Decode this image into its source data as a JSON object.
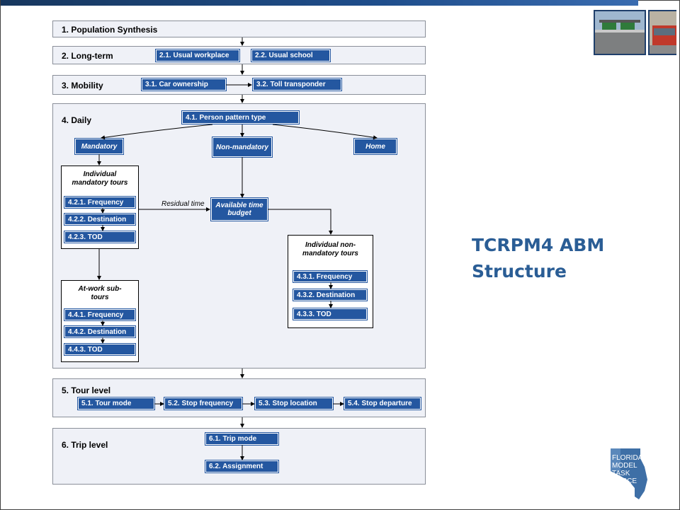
{
  "slide_title": [
    "TCRPM4 ABM",
    "Structure"
  ],
  "stages": {
    "s1": {
      "title": "1. Population Synthesis"
    },
    "s2": {
      "title": "2. Long-term",
      "items": [
        "2.1. Usual workplace",
        "2.2. Usual school"
      ]
    },
    "s3": {
      "title": "3. Mobility",
      "items": [
        "3.1. Car ownership",
        "3.2. Toll transponder"
      ]
    },
    "s4": {
      "title": "4. Daily",
      "pattern": "4.1. Person pattern type",
      "mandatory": "Mandatory",
      "non_mandatory": "Non-mandatory",
      "home": "Home",
      "residual_time": "Residual time",
      "available_time_budget": "Available time budget",
      "individual_mandatory": {
        "title": "Individual mandatory tours",
        "items": [
          "4.2.1. Frequency",
          "4.2.2. Destination",
          "4.2.3. TOD"
        ]
      },
      "at_work": {
        "title": "At-work sub-tours",
        "items": [
          "4.4.1. Frequency",
          "4.4.2. Destination",
          "4.4.3. TOD"
        ]
      },
      "individual_non_mandatory": {
        "title": "Individual non-mandatory tours",
        "items": [
          "4.3.1. Frequency",
          "4.3.2. Destination",
          "4.3.3. TOD"
        ]
      }
    },
    "s5": {
      "title": "5. Tour level",
      "items": [
        "5.1. Tour mode",
        "5.2. Stop frequency",
        "5.3. Stop location",
        "5.4. Stop departure"
      ]
    },
    "s6": {
      "title": "6. Trip level",
      "items": [
        "6.1. Trip mode",
        "6.2. Assignment"
      ]
    }
  },
  "logo": {
    "lines": [
      "FLORIDA",
      "MODEL",
      "TASK",
      "FORCE"
    ]
  },
  "colors": {
    "box": "#2457a0",
    "stage_bg": "#eff1f7",
    "title": "#2a5d95",
    "header_bar": "#1f4e8c"
  }
}
